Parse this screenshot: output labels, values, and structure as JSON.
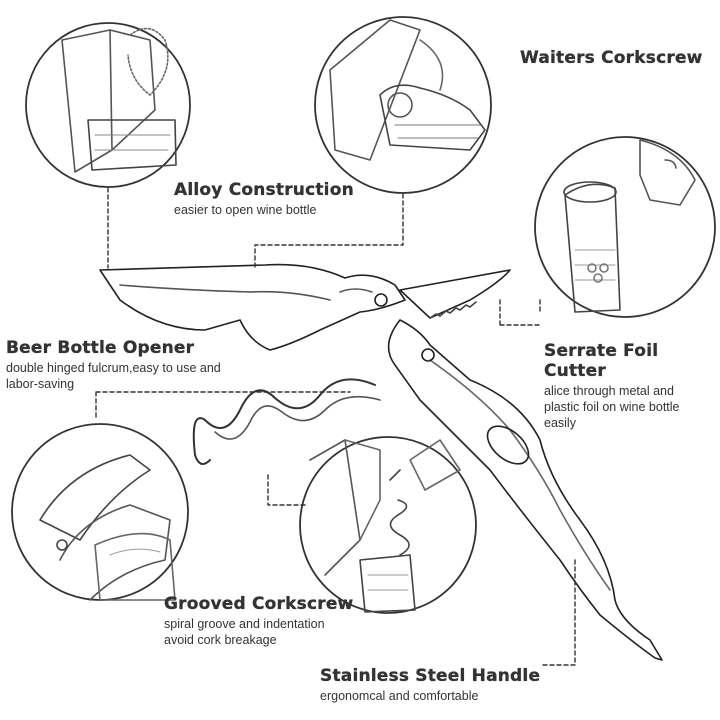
{
  "header": {
    "title": "Waiters Corkscrew"
  },
  "features": [
    {
      "title": "Alloy Construction",
      "desc": "easier to open wine bottle"
    },
    {
      "title": "Beer Bottle Opener",
      "desc": "double hinged fulcrum,easy to use and\nlabor-saving"
    },
    {
      "title": "Serrate Foil Cutter",
      "desc": "alice through metal and\nplastic foil on wine bottle\neasily"
    },
    {
      "title": "Grooved Corkscrew",
      "desc": "spiral groove and indentation\navoid cork breakage"
    },
    {
      "title": "Stainless Steel Handle",
      "desc": "ergonomcal and comfortable"
    }
  ]
}
